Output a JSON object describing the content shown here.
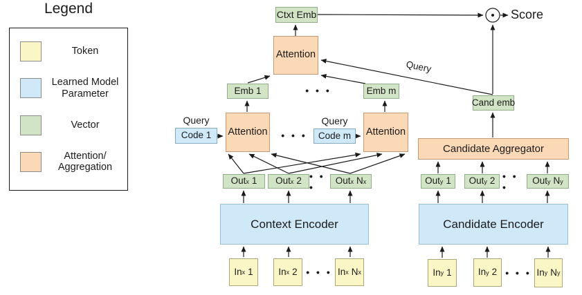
{
  "legend": {
    "title": "Legend",
    "items": [
      {
        "label": "Token",
        "color": "#faf6c6"
      },
      {
        "label": "Learned Model\nParameter",
        "color": "#cfe9f8"
      },
      {
        "label": "Vector",
        "color": "#d2e4c6"
      },
      {
        "label": "Attention/\nAggregation",
        "color": "#fbd9b6"
      }
    ]
  },
  "colors": {
    "token_fill": "#faf6c6",
    "learned_parameter_fill": "#cfe9f8",
    "vector_fill": "#d2e4c6",
    "attention_aggregation_fill": "#fbd9b6",
    "line": "#1a1a1a",
    "background": "#ffffff"
  },
  "diagram": {
    "score": "Score",
    "ctxt_emb": "Ctxt Emb",
    "cand_emb": "Cand emb",
    "attention": "Attention",
    "query": "Query",
    "code_1": "Code 1",
    "code_m": "Code m",
    "emb_1": "Emb 1",
    "emb_m": "Emb m",
    "dots": "• • •",
    "context_encoder": "Context Encoder",
    "candidate_encoder": "Candidate Encoder",
    "candidate_aggregator": "Candidate Aggregator",
    "out_x": [
      {
        "base": "Out",
        "sub": "x",
        "num": "1"
      },
      {
        "base": "Out",
        "sub": "x",
        "num": "2"
      },
      {
        "base": "Out",
        "sub": "x",
        "num": "N",
        "num_sub": "x"
      }
    ],
    "in_x": [
      {
        "base": "In",
        "sub": "x",
        "num": "1"
      },
      {
        "base": "In",
        "sub": "x",
        "num": "2"
      },
      {
        "base": "In",
        "sub": "x",
        "num": "N",
        "num_sub": "x"
      }
    ],
    "out_y": [
      {
        "base": "Out",
        "sub": "y",
        "num": "1"
      },
      {
        "base": "Out",
        "sub": "y",
        "num": "2"
      },
      {
        "base": "Out",
        "sub": "y",
        "num": "N",
        "num_sub": "y"
      }
    ],
    "in_y": [
      {
        "base": "In",
        "sub": "y",
        "num": "1"
      },
      {
        "base": "In",
        "sub": "y",
        "num": "2"
      },
      {
        "base": "In",
        "sub": "y",
        "num": "N",
        "num_sub": "y"
      }
    ]
  }
}
